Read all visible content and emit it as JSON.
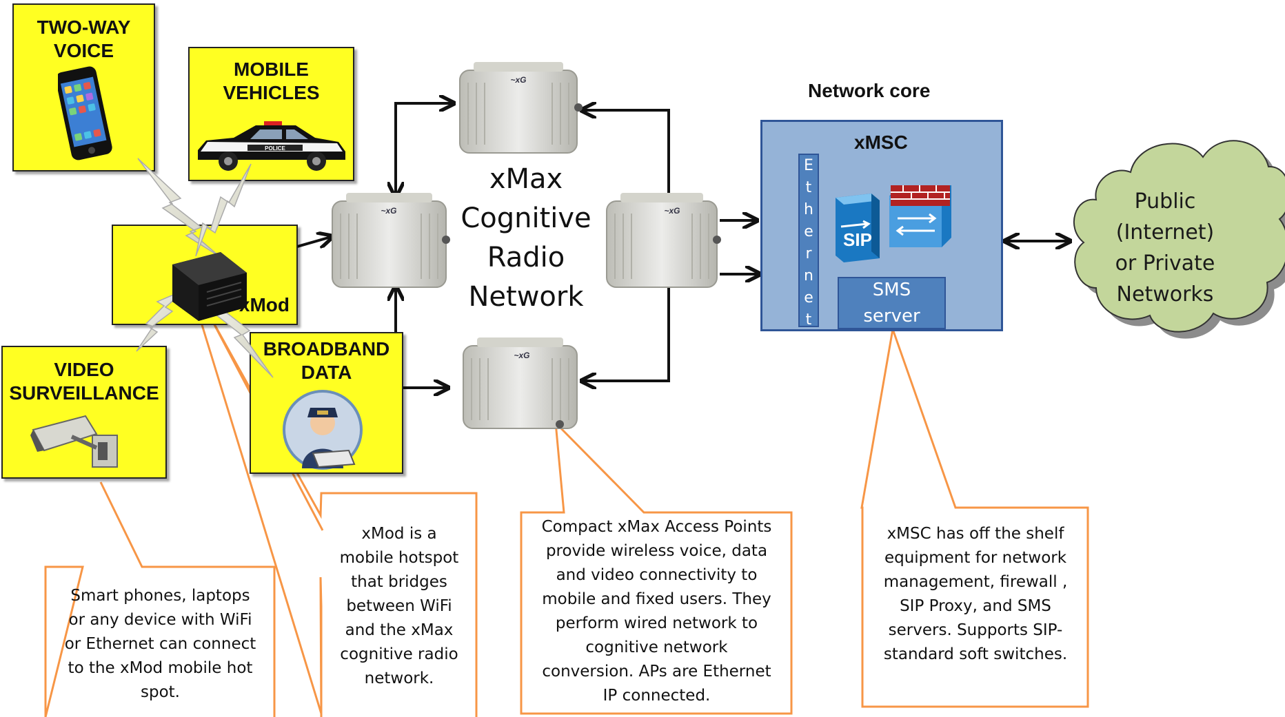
{
  "tiles": {
    "two_way_voice": "TWO-WAY\nVOICE",
    "mobile_vehicles": "MOBILE\nVEHICLES",
    "xmod": "xMod",
    "video_surveillance": "VIDEO\nSURVEILLANCE",
    "broadband_data": "BROADBAND\nDATA"
  },
  "network_title": "xMax\nCognitive\nRadio\nNetwork",
  "core": {
    "title": "Network core",
    "xmsc": "xMSC",
    "ethernet_letters": [
      "E",
      "t",
      "h",
      "e",
      "r",
      "n",
      "e",
      "t"
    ],
    "sms": "SMS\nserver",
    "sip": "SIP"
  },
  "cloud_text": "Public\n(Internet)\nor Private\nNetworks",
  "police_text": "POLICE",
  "ap_logo": "xG",
  "callouts": {
    "devices": "Smart phones, laptops\nor any device with WiFi\nor Ethernet can connect\nto the xMod mobile hot\nspot.",
    "xmod": "xMod is a\nmobile hotspot\nthat bridges\nbetween WiFi\nand the xMax\ncognitive radio\nnetwork.",
    "access_points": "Compact xMax Access Points\nprovide wireless voice, data\nand video connectivity to\nmobile and fixed users. They\nperform wired network to\ncognitive network\nconversion. APs are Ethernet\nIP connected.",
    "xmsc": "xMSC has off the shelf\nequipment for network\nmanagement, firewall ,\nSIP Proxy, and SMS\nservers. Supports SIP-\nstandard soft switches."
  },
  "colors": {
    "tile_yellow": "#ffff22",
    "callout_orange": "#f79646",
    "core_blue": "#95b3d7",
    "core_dark_blue": "#4f81bd",
    "cloud_green": "#c3d69b"
  }
}
